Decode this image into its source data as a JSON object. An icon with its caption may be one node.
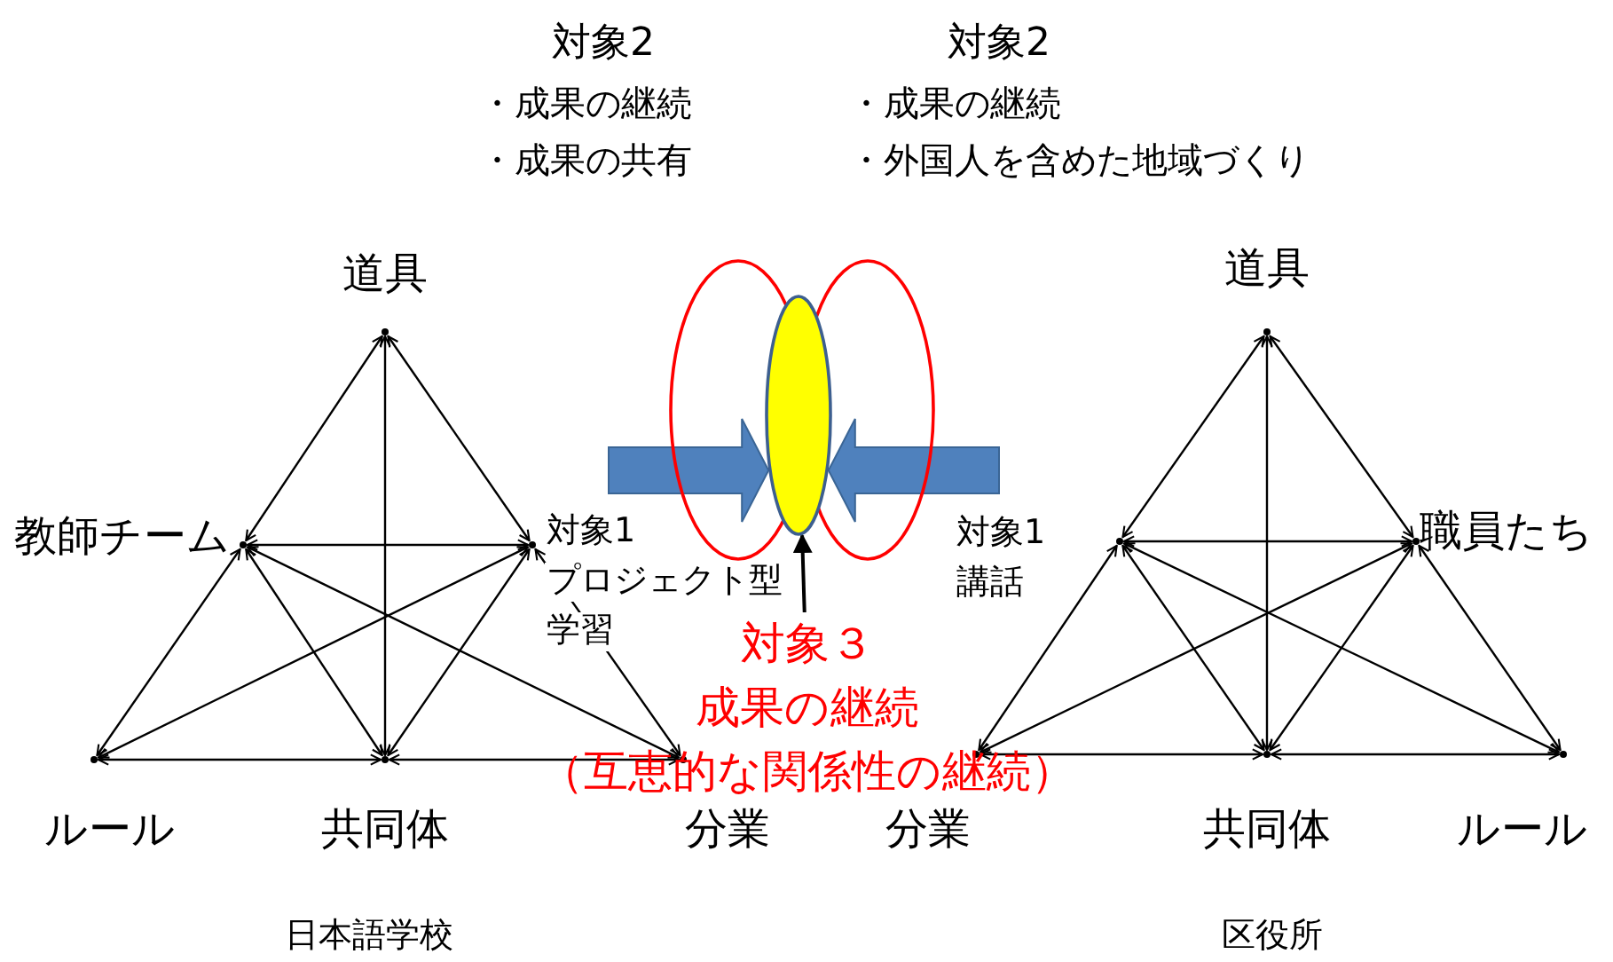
{
  "diagram": {
    "nodes": [
      {
        "text": [],
        "shape": "point",
        "beside": [
          "道具"
        ]
      },
      {
        "text": [],
        "shape": "point",
        "beside": [
          "道具"
        ]
      },
      {
        "text": [],
        "shape": "ellipse"
      },
      {
        "text": [],
        "shape": "ellipse"
      },
      {
        "text": [],
        "shape": "ellipse"
      },
      {
        "text": [],
        "shape": "point",
        "beside": [
          "教師チーム"
        ]
      },
      {
        "text": [],
        "shape": "point",
        "beside": [
          "対象1",
          "プロジェクト型",
          "学習"
        ]
      },
      {
        "text": [],
        "shape": "point",
        "beside": [
          "対象1",
          "講話"
        ]
      },
      {
        "text": [],
        "shape": "point",
        "beside": [
          "職員たち"
        ]
      },
      {
        "text": [
          "対象３",
          "成果の継続",
          "（互恵的な関係性の継続）"
        ]
      },
      {
        "text": [],
        "shape": "point",
        "beside": [
          "ルール"
        ]
      },
      {
        "text": [],
        "shape": "point",
        "beside": [
          "共同体"
        ]
      },
      {
        "text": [],
        "shape": "point"
      },
      {
        "text": [],
        "shape": "point"
      },
      {
        "text": [],
        "shape": "point",
        "beside": [
          "共同体"
        ]
      },
      {
        "text": [],
        "shape": "point",
        "beside": [
          "ルール"
        ]
      }
    ],
    "edges": [
      {
        "from": 0,
        "to": 5,
        "arrow": "both"
      },
      {
        "from": 0,
        "to": 6,
        "arrow": "both"
      },
      {
        "from": 0,
        "to": 11,
        "arrow": "both"
      },
      {
        "from": 5,
        "to": 6,
        "arrow": "both"
      },
      {
        "from": 5,
        "to": 10,
        "arrow": "both"
      },
      {
        "from": 5,
        "to": 11,
        "arrow": "both"
      },
      {
        "from": 5,
        "to": 12,
        "arrow": "both"
      },
      {
        "from": 6,
        "to": 11,
        "arrow": "both"
      },
      {
        "from": 6,
        "to": 12,
        "arrow": "both"
      },
      {
        "from": 6,
        "to": 10,
        "arrow": "both"
      },
      {
        "from": 10,
        "to": 11,
        "arrow": "both"
      },
      {
        "from": 11,
        "to": 12,
        "arrow": "both"
      },
      {
        "from": 1,
        "to": 7,
        "arrow": "both"
      },
      {
        "from": 1,
        "to": 8,
        "arrow": "both"
      },
      {
        "from": 1,
        "to": 14,
        "arrow": "both"
      },
      {
        "from": 7,
        "to": 8,
        "arrow": "both"
      },
      {
        "from": 7,
        "to": 13,
        "arrow": "both"
      },
      {
        "from": 7,
        "to": 14,
        "arrow": "both"
      },
      {
        "from": 7,
        "to": 15,
        "arrow": "both"
      },
      {
        "from": 8,
        "to": 14,
        "arrow": "both"
      },
      {
        "from": 8,
        "to": 15,
        "arrow": "both"
      },
      {
        "from": 8,
        "to": 13,
        "arrow": "both"
      },
      {
        "from": 13,
        "to": 14,
        "arrow": "both"
      },
      {
        "from": 14,
        "to": 15,
        "arrow": "both"
      },
      {
        "from": null,
        "to": 4,
        "arrow": "to",
        "style": "thick",
        "color": "#4f81bd"
      },
      {
        "from": null,
        "to": 4,
        "arrow": "to",
        "style": "thick",
        "color": "#4f81bd"
      },
      {
        "from": 9,
        "to": 4,
        "arrow": "to"
      }
    ],
    "labels": [
      "対象2",
      "・成果の継続",
      "・成果の共有",
      "対象2",
      "・成果の継続",
      "・外国人を含めた地域づくり",
      "分業",
      "分業",
      "日本語学校",
      "区役所"
    ]
  }
}
